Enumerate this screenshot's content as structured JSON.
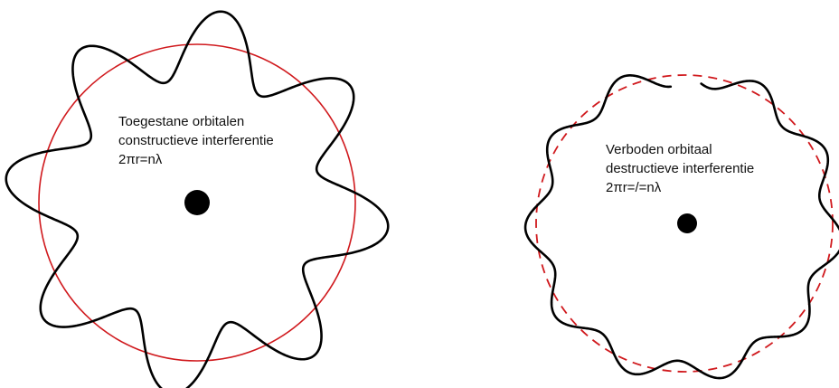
{
  "diagrams": [
    {
      "text": {
        "line1": "Toegestane orbitalen",
        "line2": "constructieve interferentie",
        "line3": "2πr=nλ"
      },
      "wave": {
        "waves": 8,
        "closed": true
      },
      "reference_circle": {
        "style": "solid"
      }
    },
    {
      "text": {
        "line1": "Verboden orbitaal",
        "line2": "destructieve interferentie",
        "line3": "2πr=/=nλ"
      },
      "wave": {
        "waves": 10.5,
        "closed": false
      },
      "reference_circle": {
        "style": "dashed"
      }
    }
  ],
  "colors": {
    "wave": "#000000",
    "reference_circle": "#d0191d",
    "nucleus": "#000000",
    "text": "#111111",
    "background": "#ffffff"
  }
}
